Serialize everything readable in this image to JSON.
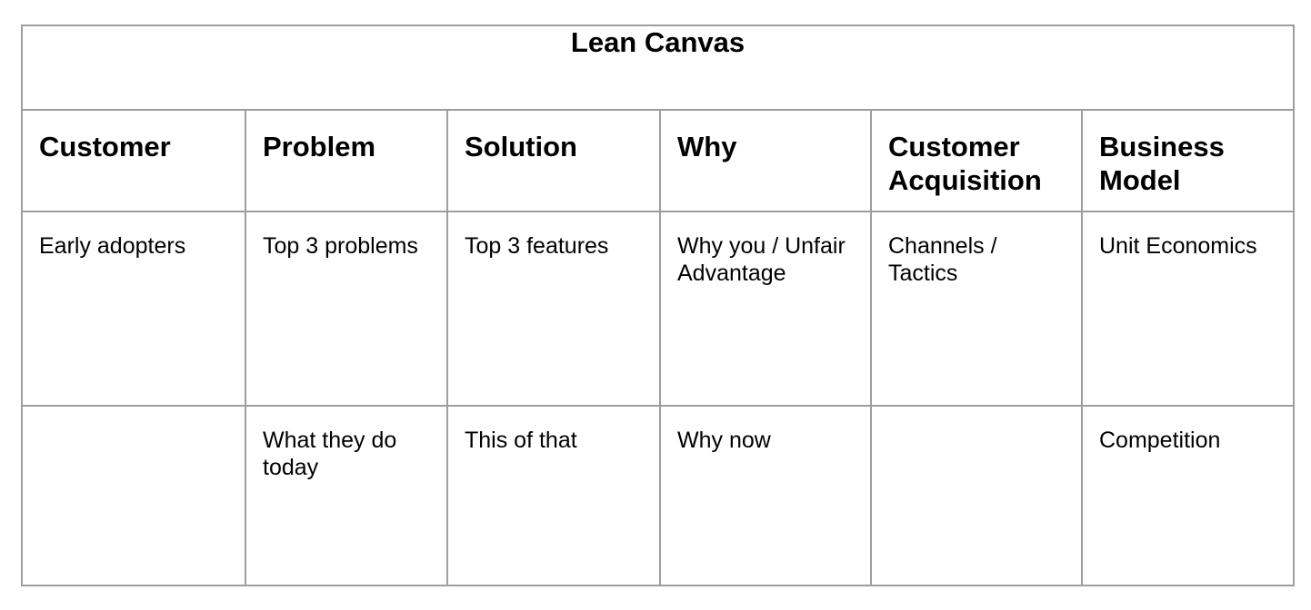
{
  "title": "Lean Canvas",
  "headers": [
    "Customer",
    "Problem",
    "Solution",
    "Why",
    "Customer Acquisition",
    "Business Model"
  ],
  "rows": [
    [
      "Early adopters",
      "Top 3 problems",
      "Top 3 features",
      "Why you / Unfair Advantage",
      "Channels / Tactics",
      "Unit Economics"
    ],
    [
      "",
      "What they do today",
      "This of that",
      "Why now",
      "",
      "Competition"
    ]
  ],
  "colors": {
    "border": "#9e9e9e",
    "text": "#000000",
    "background": "#ffffff"
  }
}
